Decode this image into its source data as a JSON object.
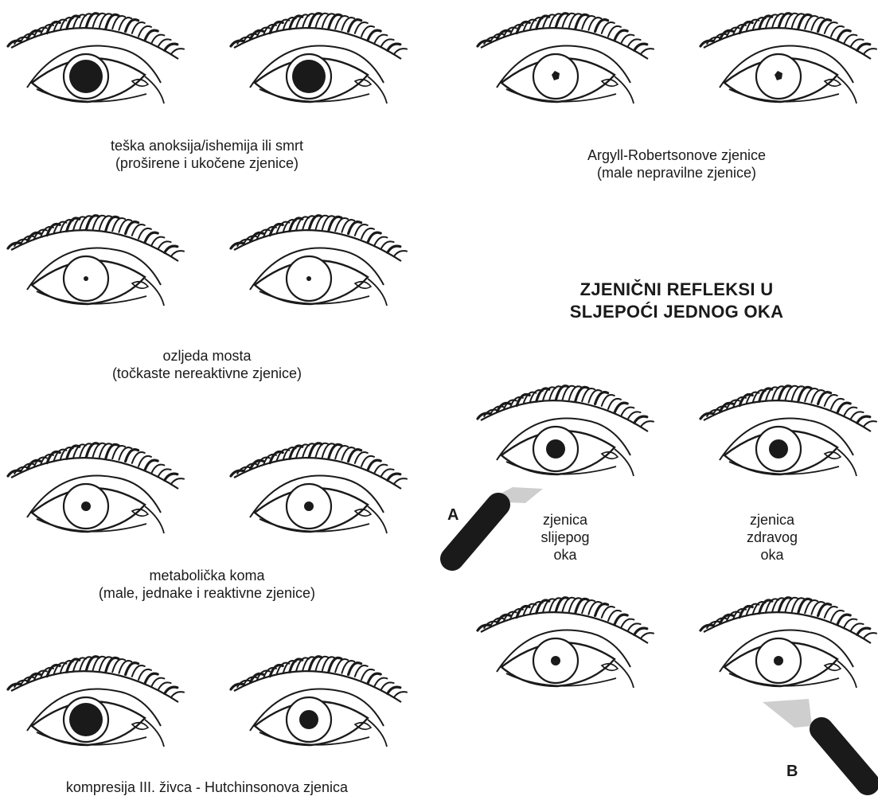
{
  "panels": [
    {
      "line1": "teška anoksija/ishemija ili smrt",
      "line2": "(proširene i ukočene zjenice)",
      "pupil_left": "large",
      "pupil_right": "large"
    },
    {
      "line1": "ozljeda mosta",
      "line2": "(točkaste nereaktivne zjenice)",
      "pupil_left": "pinpoint",
      "pupil_right": "pinpoint"
    },
    {
      "line1": "metabolička koma",
      "line2": "(male, jednake i reaktivne zjenice)",
      "pupil_left": "small",
      "pupil_right": "small"
    },
    {
      "line1": "kompresija III. živca - Hutchinsonova zjenica",
      "line2": "",
      "pupil_left": "large",
      "pupil_right": "medium"
    },
    {
      "line1": "Argyll-Robertsonove zjenice",
      "line2": "(male nepravilne zjenice)",
      "pupil_left": "irregular",
      "pupil_right": "irregular"
    }
  ],
  "reflex": {
    "title_line1": "ZJENIČNI REFLEKSI U",
    "title_line2": "SLJEPOĆI JEDNOG OKA",
    "label_a": "A",
    "label_b": "B",
    "blind_eye": [
      "zjenica",
      "slijepog",
      "oka"
    ],
    "healthy_eye": [
      "zjenica",
      "zdravog",
      "oka"
    ],
    "row_a_pupils": [
      "medium",
      "medium"
    ],
    "row_b_pupils": [
      "small",
      "small"
    ]
  },
  "colors": {
    "ink": "#1a1a1a",
    "paper": "#ffffff",
    "light_beam": "#bdbdbd"
  }
}
